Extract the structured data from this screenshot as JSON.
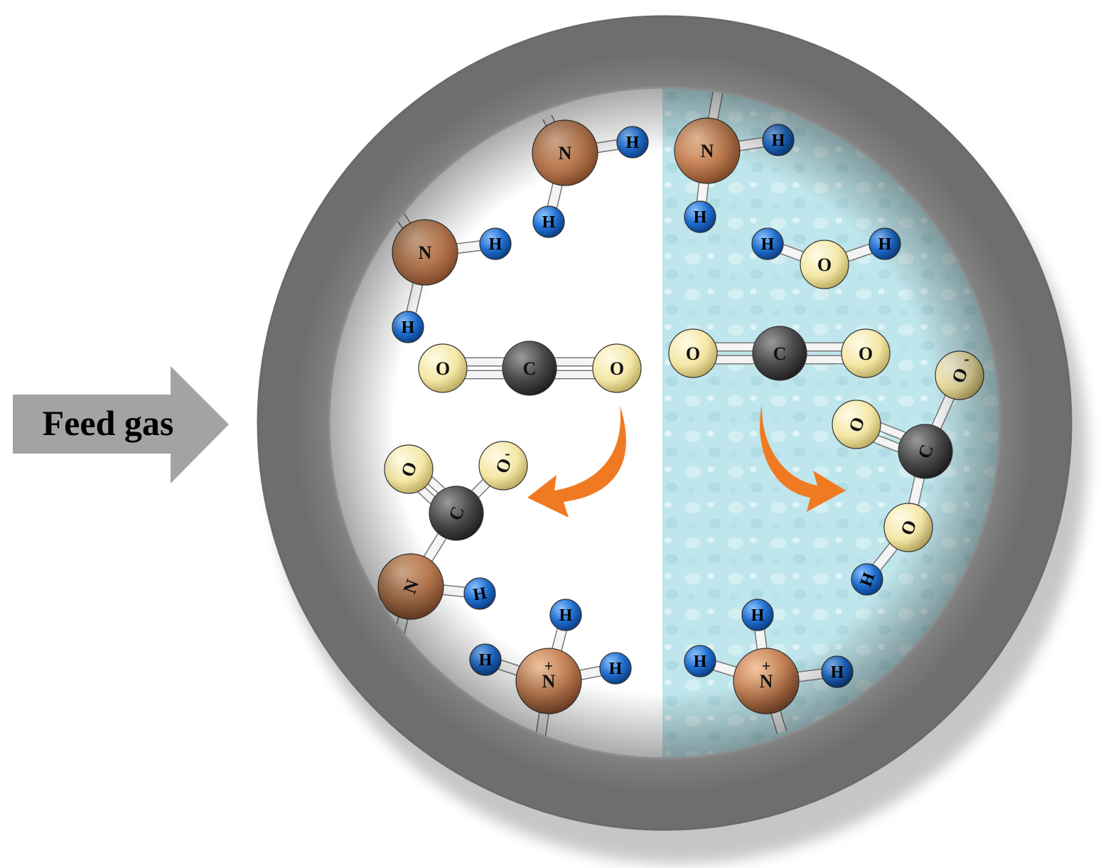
{
  "feed_arrow": {
    "label": "Feed gas"
  },
  "colors": {
    "ring": "#8a8a8a",
    "liquid": "#bfe6ec",
    "nitrogen": "#c48256",
    "hydrogen": "#1f6fd0",
    "oxygen": "#f4e7a6",
    "carbon": "#4b4b4b",
    "reaction_arrow": "#f07a22",
    "feed_arrow": "#a3a3a3"
  },
  "atoms": {
    "N": "N",
    "H": "H",
    "O": "O",
    "C": "C",
    "O_minus": "O",
    "minus": "-",
    "plus": "+"
  }
}
